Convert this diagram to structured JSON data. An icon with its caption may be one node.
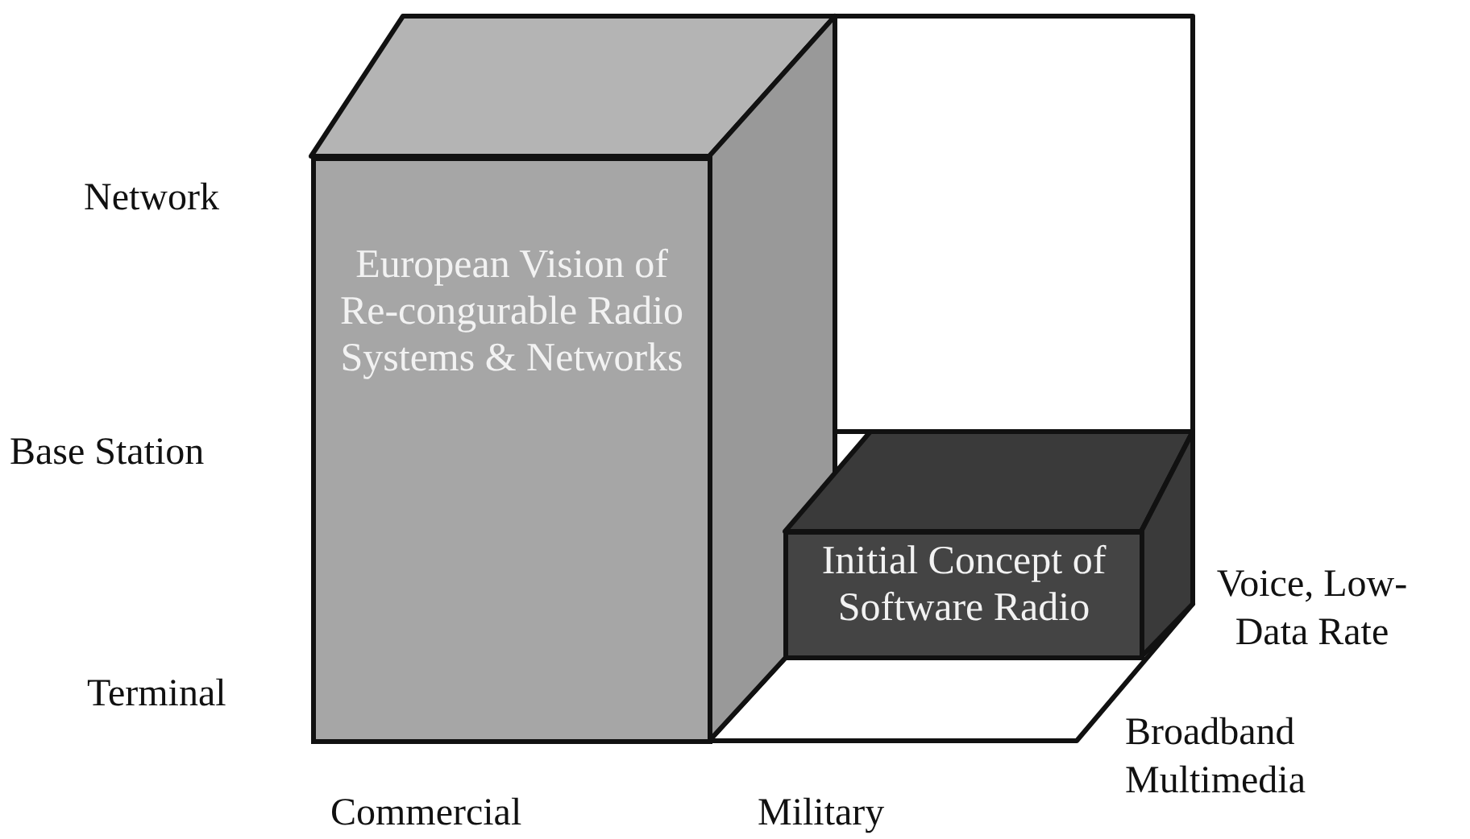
{
  "diagram": {
    "nodes": [
      {
        "text": [
          "European Vision of Re-congurable Radio Systems & Networks"
        ]
      },
      {
        "text": [
          "Initial Concept of Software Radio"
        ]
      }
    ],
    "labels": [
      "Network",
      "Base Station",
      "Terminal",
      "Voice, Low-Data Rate",
      "Broadband Multimedia",
      "Commercial",
      "Military"
    ]
  }
}
